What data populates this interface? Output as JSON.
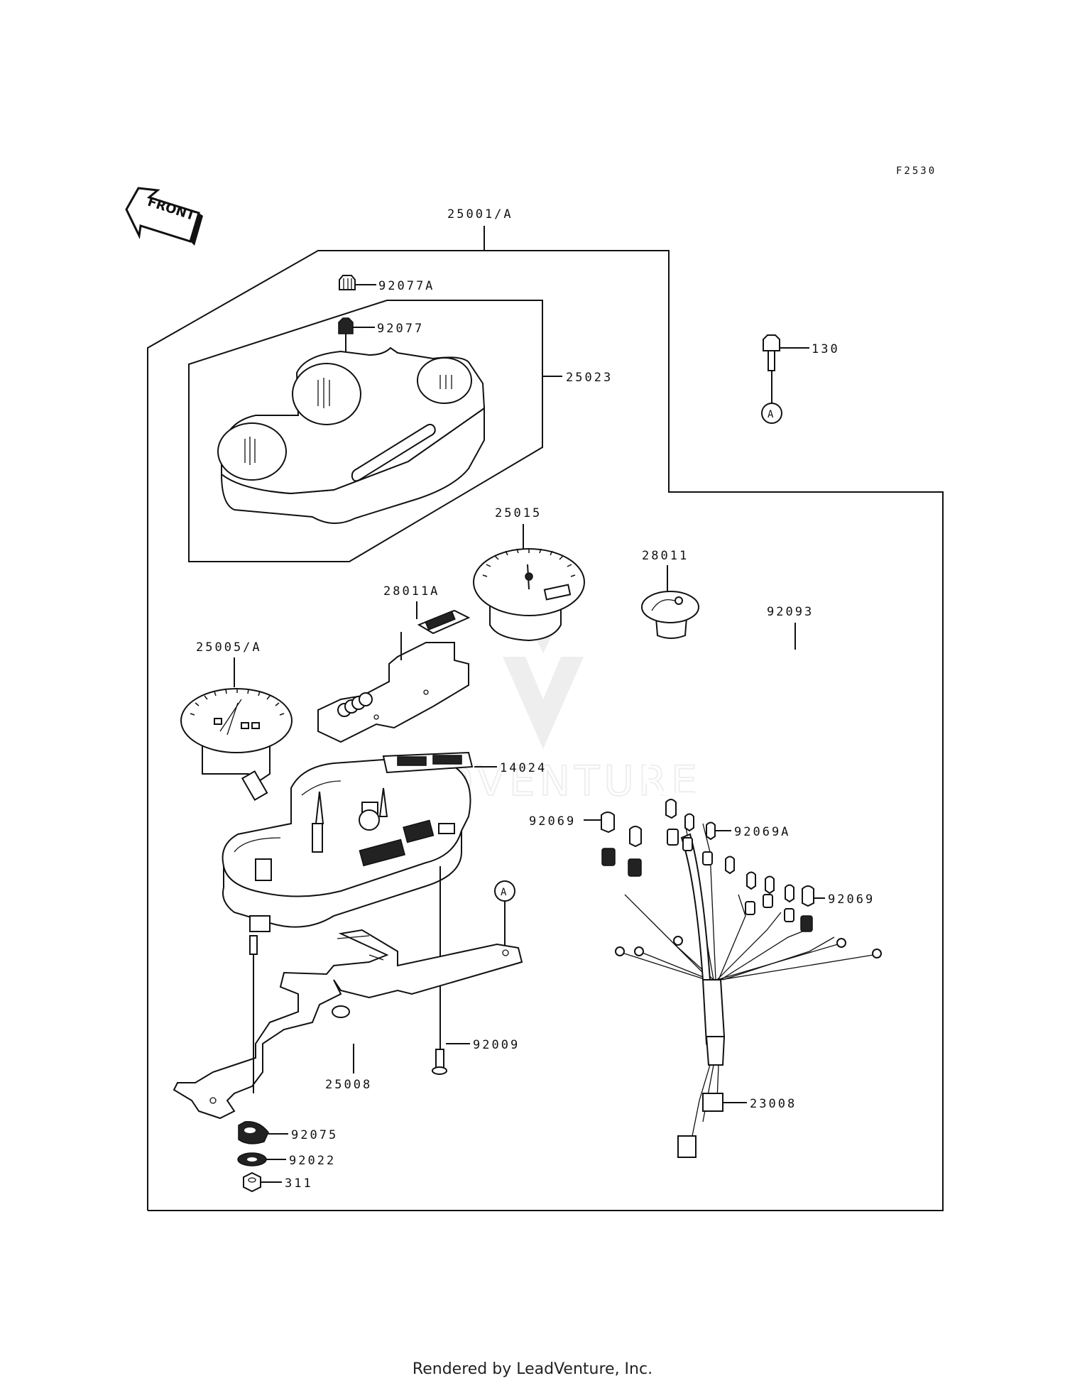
{
  "figure_code": "F2530",
  "front_label": "FRONT",
  "callouts": {
    "assembly": "25001/A",
    "cap_a": "92077A",
    "cap": "92077",
    "case_cover": "25023",
    "bolt": "130",
    "ref_a_top": "A",
    "tacho": "25015",
    "indicator": "28011",
    "indicator_a": "28011A",
    "seal": "92093",
    "speedo": "25005/A",
    "lower_case": "14024",
    "bulb_left": "92069",
    "bulb_a": "92069A",
    "bulb_right": "92069",
    "ref_a_bottom": "A",
    "screw": "92009",
    "bracket": "25008",
    "harness": "23008",
    "damper": "92075",
    "washer": "92022",
    "nut": "311"
  },
  "watermark": "LEADVENTURE",
  "footer": "Rendered by LeadVenture, Inc."
}
